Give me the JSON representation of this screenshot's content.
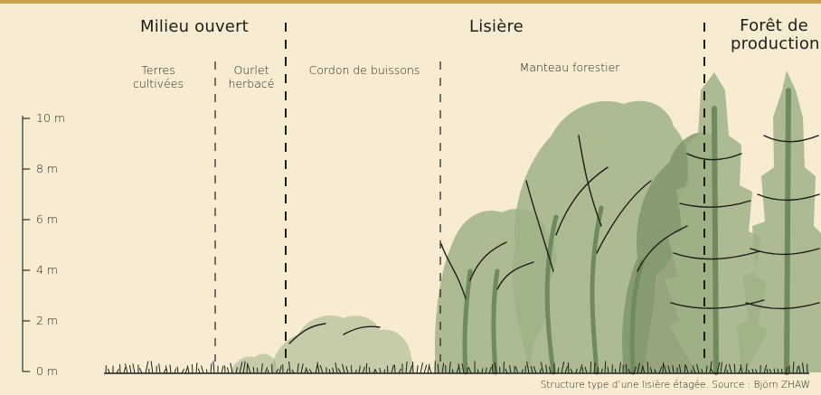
{
  "colors": {
    "background": "#f7ecd2",
    "top_bar": "#caa14e",
    "vegetation": "#9fb386",
    "vegetation_dark": "#7d9467",
    "ink": "#1d1d1b"
  },
  "zones": {
    "open": "Milieu ouvert",
    "edge": "Lisière",
    "forest": "Forêt de\nproduction"
  },
  "subzones": {
    "cultivated": "Terres\ncultivées",
    "herbaceous": "Ourlet\nherbacé",
    "shrubs": "Cordon de buissons",
    "mantle": "Manteau forestier"
  },
  "scale": {
    "ticks": [
      "0 m",
      "2 m",
      "4 m",
      "6 m",
      "8 m",
      "10 m"
    ]
  },
  "caption": "Structure type d’une lisière étagée. Source : Björn ZHAW"
}
